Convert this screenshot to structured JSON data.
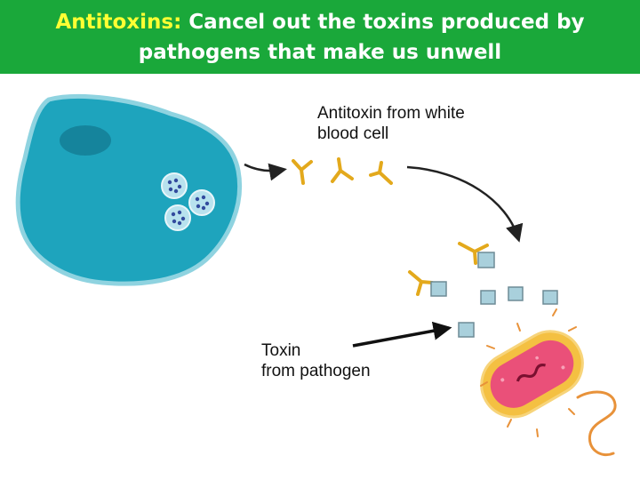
{
  "banner": {
    "title_lead": "Antitoxins:",
    "title_rest": " Cancel out the toxins produced by pathogens that make us unwell"
  },
  "labels": {
    "antitoxin_line1": "Antitoxin from white",
    "antitoxin_line2": "blood cell",
    "toxin_line1": "Toxin",
    "toxin_line2": "from pathogen"
  },
  "colors": {
    "banner": "#1aa83a",
    "title_lead": "#ffff33",
    "white_blood_cell": "#1ea4bd",
    "antitoxin": "#e3a91c",
    "toxin": "#a9d0dc",
    "pathogen_outer": "#f4c042",
    "pathogen_inner": "#ea5079"
  }
}
